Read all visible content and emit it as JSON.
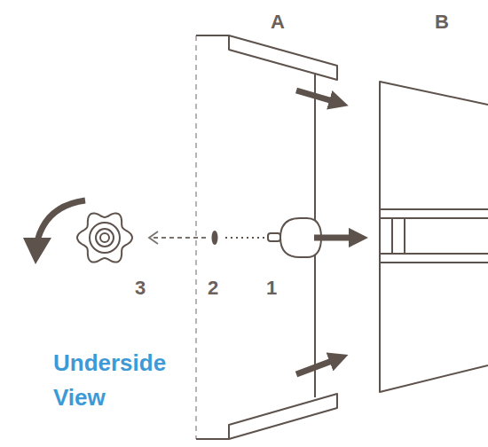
{
  "diagram": {
    "labels": [
      "A",
      "B",
      "3",
      "2",
      "1",
      "Underside View"
    ]
  }
}
